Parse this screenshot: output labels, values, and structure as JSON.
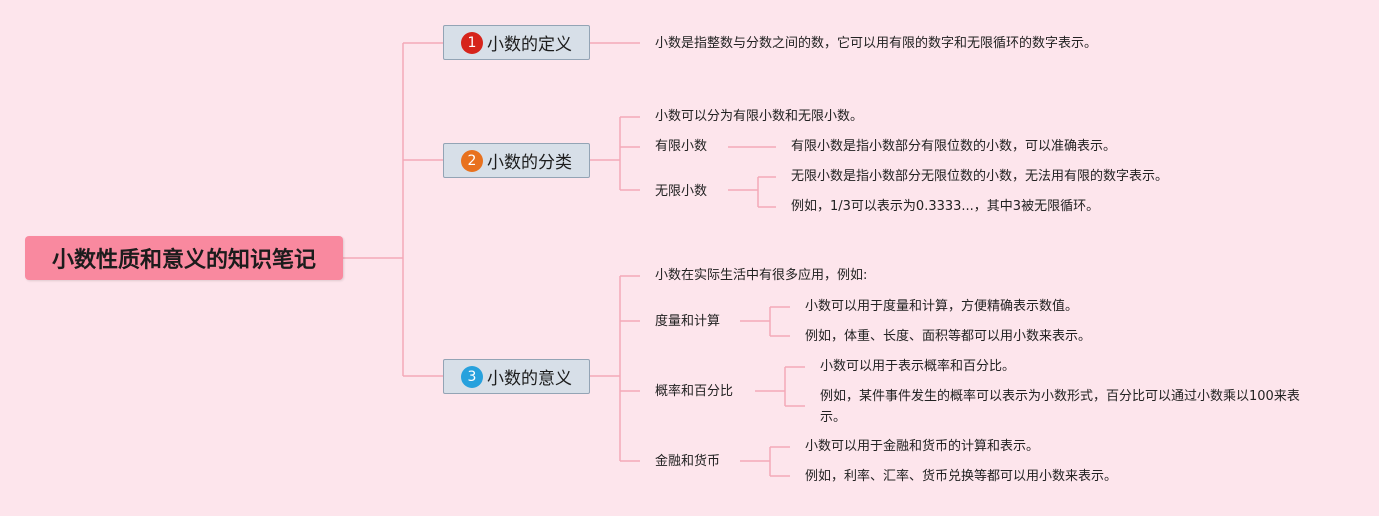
{
  "root": {
    "title": "小数性质和意义的知识笔记"
  },
  "colors": {
    "background": "#fde5ec",
    "root": "#f9899f",
    "line": "#f4a9b8",
    "branch": "#d7dfe8"
  },
  "branches": [
    {
      "num": "1",
      "label": "小数的定义",
      "badge_color": "#d6241b"
    },
    {
      "num": "2",
      "label": "小数的分类",
      "badge_color": "#e8711e"
    },
    {
      "num": "3",
      "label": "小数的意义",
      "badge_color": "#27a1dd"
    }
  ],
  "definition": {
    "text": "小数是指整数与分数之间的数，它可以用有限的数字和无限循环的数字表示。"
  },
  "classification": {
    "intro": "小数可以分为有限小数和无限小数。",
    "finite": {
      "label": "有限小数",
      "desc": "有限小数是指小数部分有限位数的小数，可以准确表示。"
    },
    "infinite": {
      "label": "无限小数",
      "desc": "无限小数是指小数部分无限位数的小数，无法用有限的数字表示。",
      "example": "例如，1/3可以表示为0.3333...，其中3被无限循环。"
    }
  },
  "meaning": {
    "intro": "小数在实际生活中有很多应用，例如:",
    "measure": {
      "label": "度量和计算",
      "desc": "小数可以用于度量和计算，方便精确表示数值。",
      "example": "例如，体重、长度、面积等都可以用小数来表示。"
    },
    "probability": {
      "label": "概率和百分比",
      "desc": "小数可以用于表示概率和百分比。",
      "example": "例如，某件事件发生的概率可以表示为小数形式，百分比可以通过小数乘以100来表示。"
    },
    "finance": {
      "label": "金融和货币",
      "desc": "小数可以用于金融和货币的计算和表示。",
      "example": "例如，利率、汇率、货币兑换等都可以用小数来表示。"
    }
  }
}
